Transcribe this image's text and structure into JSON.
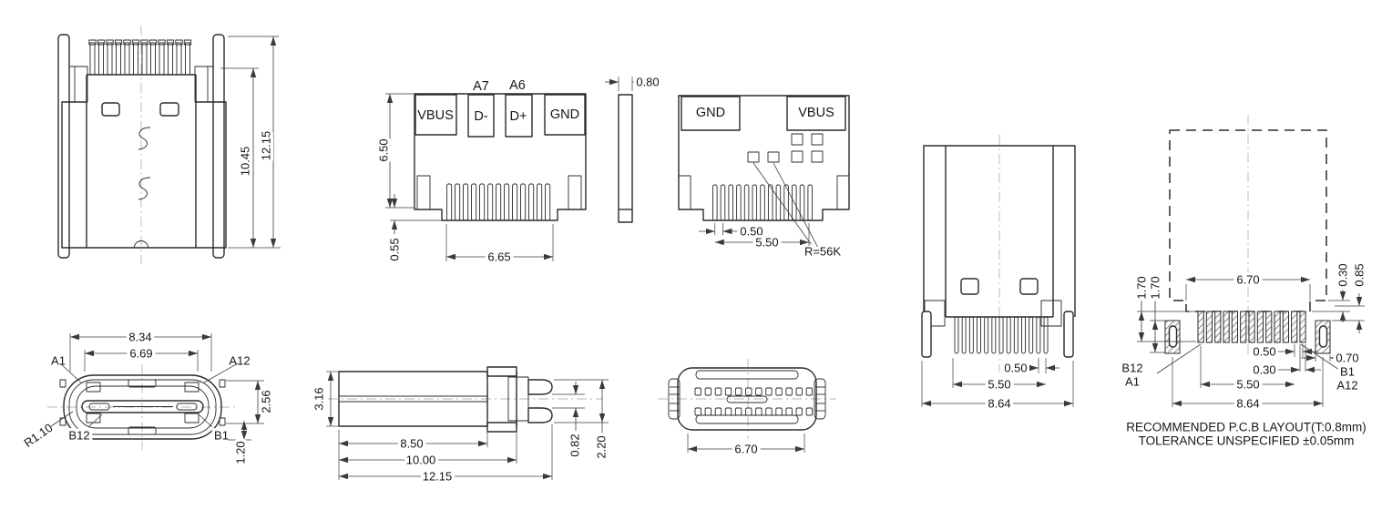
{
  "title": "USB Type-C connector engineering drawing",
  "views": {
    "front": {
      "dim_inner_height": "10.45",
      "dim_total_height": "12.15"
    },
    "top": {
      "label_a7": "A7",
      "label_a6": "A6",
      "pad_vbus": "VBUS",
      "pad_dminus": "D-",
      "pad_dplus": "D+",
      "pad_gnd": "GND",
      "dim_height": "6.50",
      "dim_tail": "0.55",
      "dim_width": "6.65"
    },
    "thickness": {
      "dim_thickness": "0.80"
    },
    "back": {
      "pad_gnd": "GND",
      "pad_vbus": "VBUS",
      "dim_pitch": "0.50",
      "dim_span": "5.50",
      "resistor_note": "R=56K"
    },
    "mating": {
      "dim_pitch": "0.50",
      "dim_span": "5.50",
      "dim_width": "8.64"
    },
    "pcb": {
      "dim_slot_width": "6.70",
      "dim_left_outer": "1.70",
      "dim_left_inner": "1.70",
      "dim_right_top": "0.30",
      "dim_right_bottom": "0.85",
      "dim_pad_outer_width": "0.70",
      "dim_pitch": "0.50",
      "dim_pad_width": "0.30",
      "dim_span": "5.50",
      "dim_total_width": "8.64",
      "label_b12": "B12",
      "label_a1": "A1",
      "label_b1": "B1",
      "label_a12": "A12",
      "note_line1": "RECOMMENDED P.C.B LAYOUT(T:0.8mm)",
      "note_line2": "TOLERANCE UNSPECIFIED ±0.05mm"
    },
    "face": {
      "dim_outer_width": "8.34",
      "dim_inner_width": "6.69",
      "label_a1": "A1",
      "label_a12": "A12",
      "label_b12": "B12",
      "label_b1": "B1",
      "dim_radius": "R1.10",
      "dim_height": "2.56",
      "dim_offset": "1.20"
    },
    "side": {
      "dim_height": "3.16",
      "dim_len_body": "8.50",
      "dim_len_mid": "10.00",
      "dim_len_total": "12.15",
      "dim_fork_gap": "0.82",
      "dim_fork_height": "2.20"
    },
    "bottom": {
      "dim_width": "6.70"
    }
  }
}
